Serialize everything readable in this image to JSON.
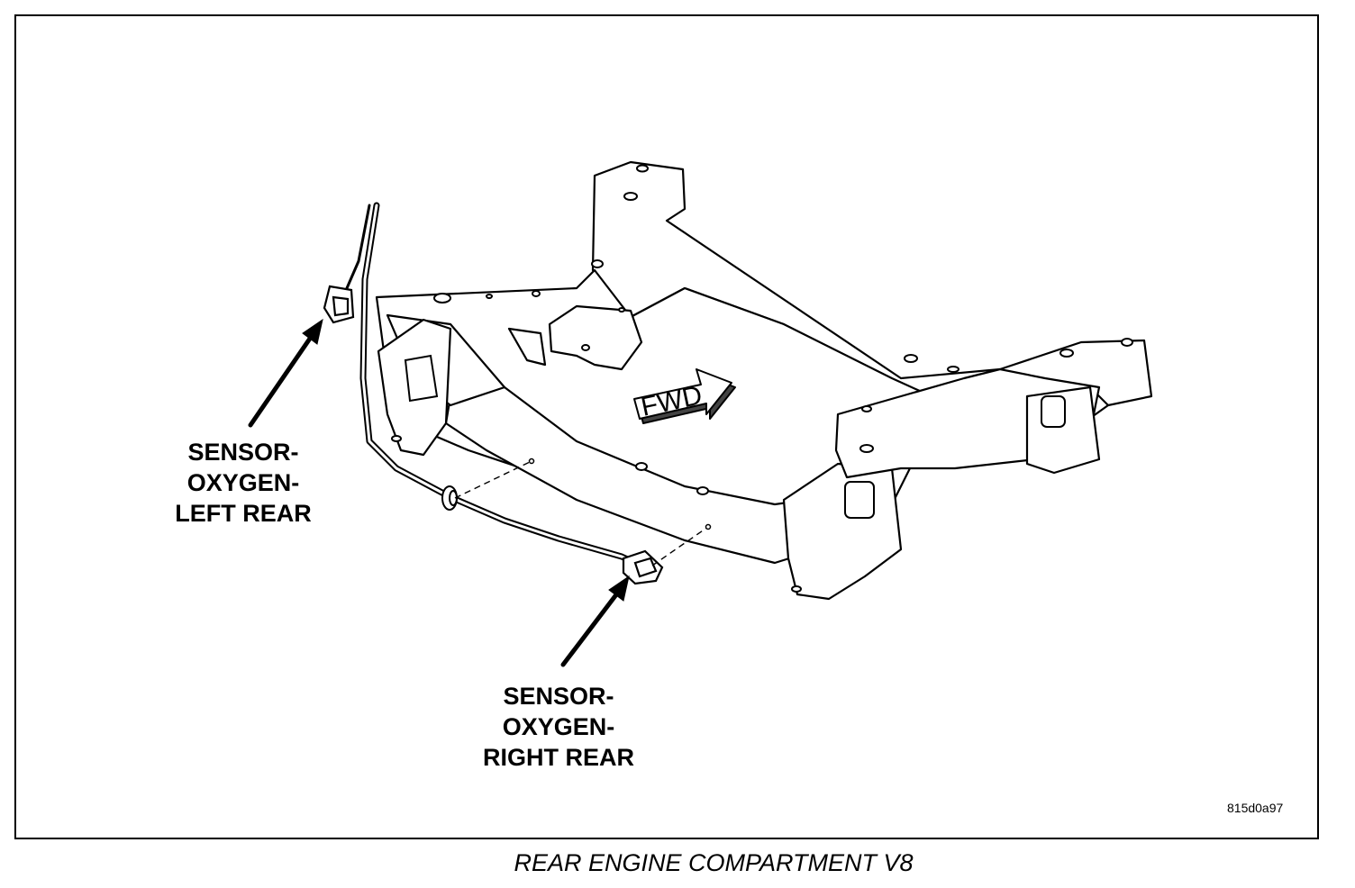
{
  "callouts": {
    "left_rear": {
      "line1": "SENSOR-",
      "line2": "OXYGEN-",
      "line3": "LEFT REAR"
    },
    "right_rear": {
      "line1": "SENSOR-",
      "line2": "OXYGEN-",
      "line3": "RIGHT REAR"
    }
  },
  "direction_arrow_label": "FWD",
  "figure_id": "815d0a97",
  "caption": "REAR ENGINE COMPARTMENT V8"
}
